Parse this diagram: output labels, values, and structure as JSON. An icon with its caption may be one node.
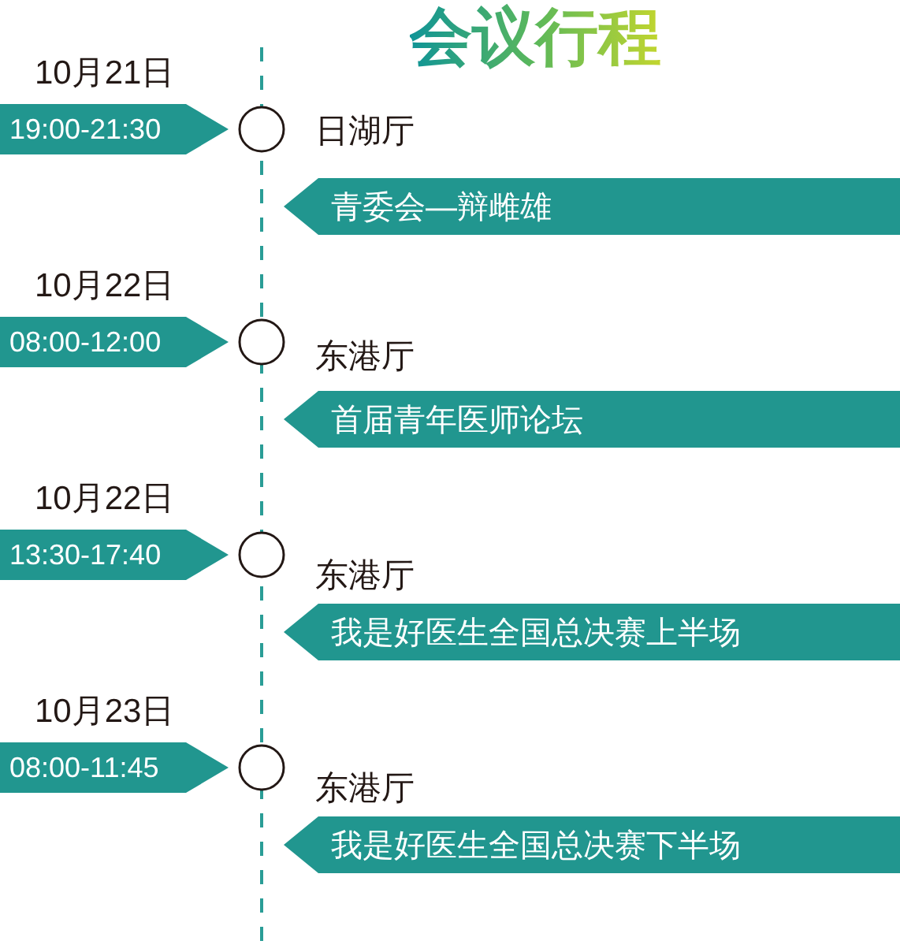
{
  "diagram": {
    "title": "会议行程",
    "nodes": [
      {
        "text": [
          "19:00-21:30"
        ],
        "beside": [
          "10月21日"
        ]
      },
      {
        "text": [],
        "shape": "circle",
        "beside": [
          "日湖厅"
        ]
      },
      {
        "text": [
          "青委会—辩雌雄"
        ]
      },
      {
        "text": [
          "08:00-12:00"
        ],
        "beside": [
          "10月22日"
        ]
      },
      {
        "text": [],
        "shape": "circle",
        "beside": [
          "东港厅"
        ]
      },
      {
        "text": [
          "首届青年医师论坛"
        ]
      },
      {
        "text": [
          "13:30-17:40"
        ],
        "beside": [
          "10月22日"
        ]
      },
      {
        "text": [],
        "shape": "circle",
        "beside": [
          "东港厅"
        ]
      },
      {
        "text": [
          "我是好医生全国总决赛上半场"
        ]
      },
      {
        "text": [
          "08:00-11:45"
        ],
        "beside": [
          "10月23日"
        ]
      },
      {
        "text": [],
        "shape": "circle",
        "beside": [
          "东港厅"
        ]
      },
      {
        "text": [
          "我是好医生全国总决赛下半场"
        ]
      }
    ]
  }
}
